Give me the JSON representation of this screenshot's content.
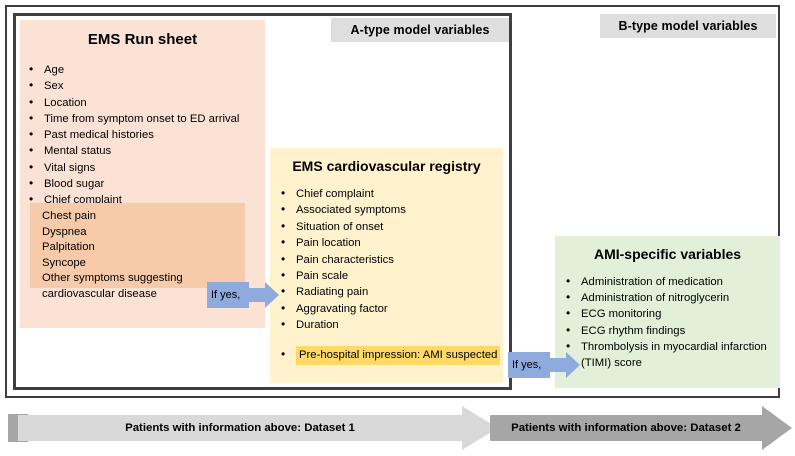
{
  "headers": {
    "a_type": "A-type model variables",
    "b_type": "B-type model variables"
  },
  "ems_run_sheet": {
    "title": "EMS Run sheet",
    "items": [
      "Age",
      "Sex",
      "Location",
      "Time from symptom onset to ED arrival",
      "Past medical histories",
      "Mental status",
      "Vital signs",
      "Blood sugar",
      "Chief complaint"
    ],
    "highlighted_symptoms": [
      "Chest pain",
      "Dyspnea",
      "Palpitation",
      "Syncope",
      "Other symptoms suggesting",
      "cardiovascular disease"
    ]
  },
  "ems_registry": {
    "title": "EMS cardiovascular registry",
    "items": [
      "Chief complaint",
      "Associated symptoms",
      "Situation of onset",
      "Pain location",
      "Pain characteristics",
      "Pain scale",
      "Radiating pain",
      "Aggravating factor",
      "Duration"
    ],
    "impression": "Pre-hospital impression: AMI suspected"
  },
  "ami_variables": {
    "title": "AMI-specific variables",
    "items": [
      "Administration of medication",
      "Administration of nitroglycerin",
      "ECG monitoring",
      "ECG rhythm findings",
      "Thrombolysis in myocardial infarction"
    ],
    "last_item_continuation": "(TIMI) score"
  },
  "connectors": {
    "arrow1_label": "If yes,",
    "arrow2_label": "If yes,"
  },
  "bottom_bar": {
    "dataset1": "Patients with information above: Dataset 1",
    "dataset2": "Patients with information above: Dataset 2"
  },
  "colors": {
    "pink": "#FBE2D5",
    "salmon": "#F7CBAA",
    "yellow": "#FFF2CC",
    "yellow_highlight": "#FFD965",
    "green": "#E2EFD9",
    "blue_arrow": "#8FAADC",
    "tag_gray": "#DEDEDE",
    "chevron_light": "#D9D9D9",
    "chevron_dark": "#A6A6A6",
    "frame": "#3F3F3F"
  },
  "bullet_glyph": "•"
}
